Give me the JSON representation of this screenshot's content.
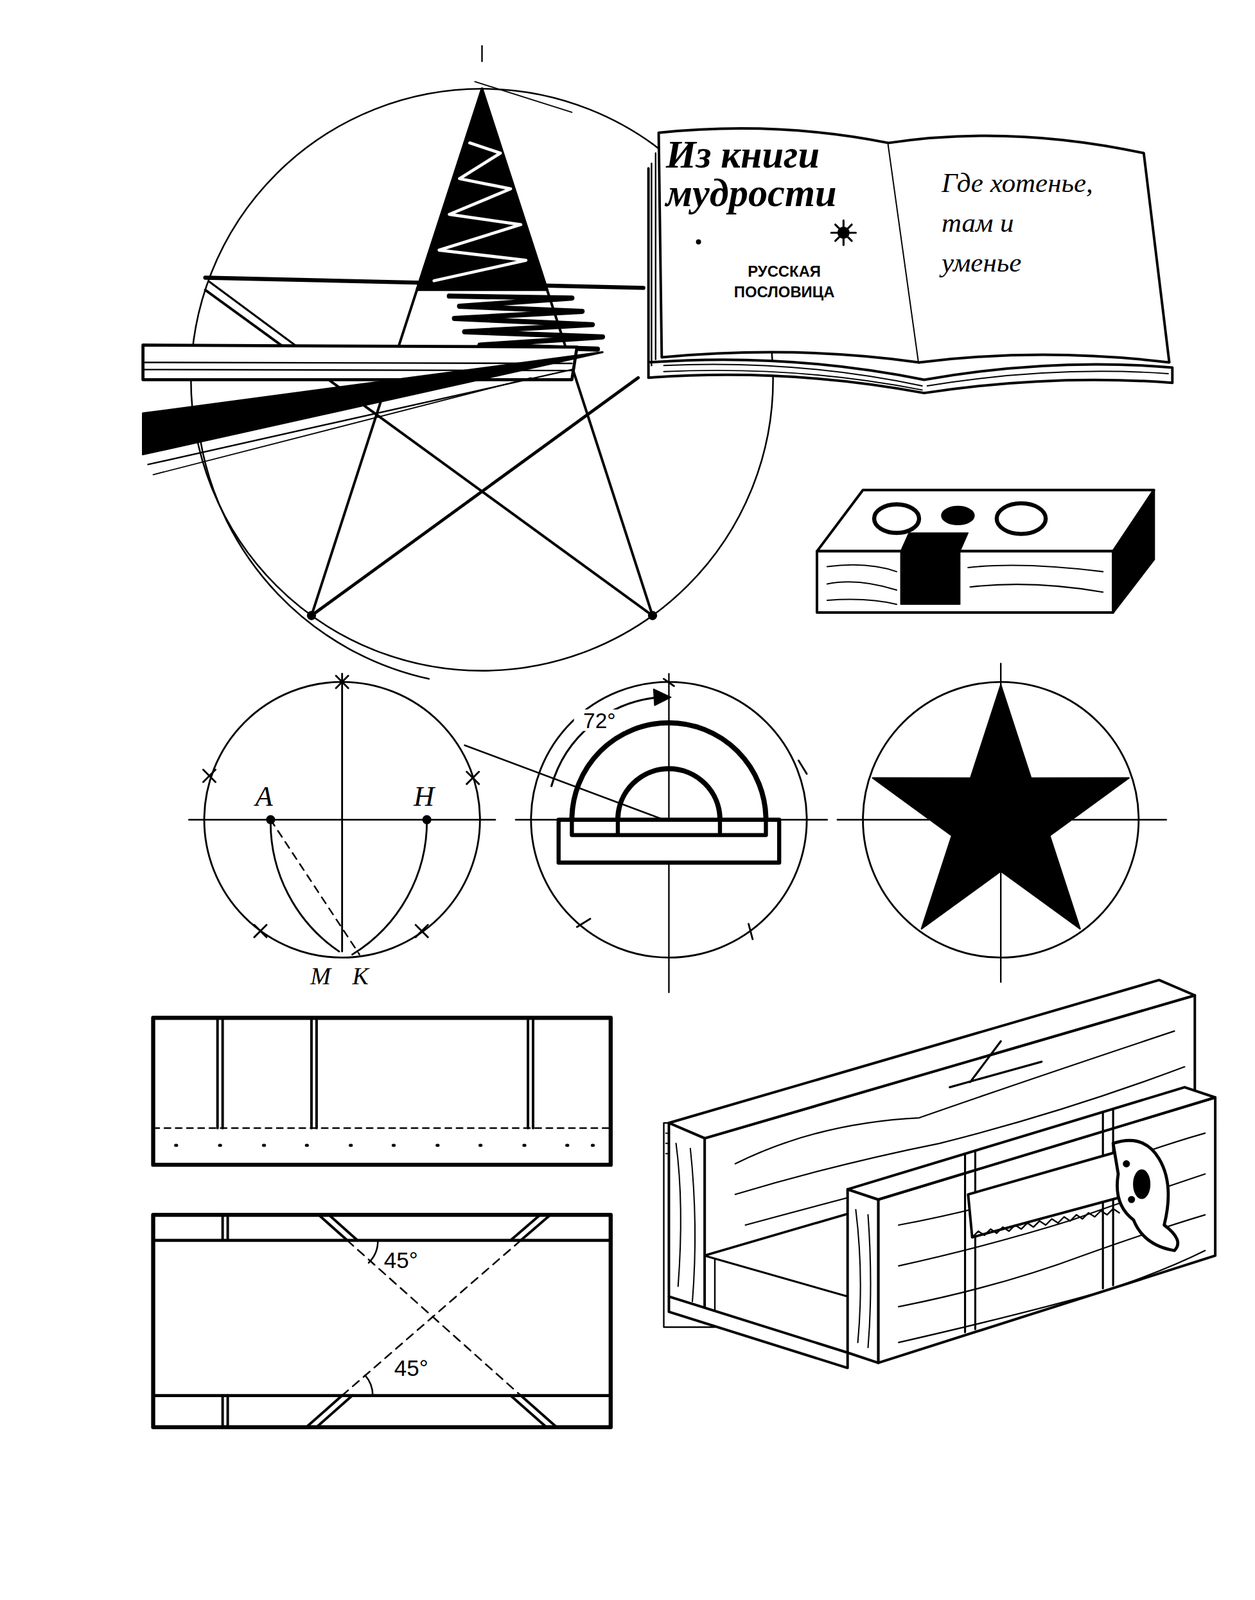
{
  "diagram": {
    "labels": [
      "Из книги мудрости",
      "РУССКАЯ ПОСЛОВИЦА",
      "Где хотенье, там и уменье",
      "А",
      "Н",
      "М",
      "К",
      "72°",
      "45°",
      "45°"
    ]
  }
}
